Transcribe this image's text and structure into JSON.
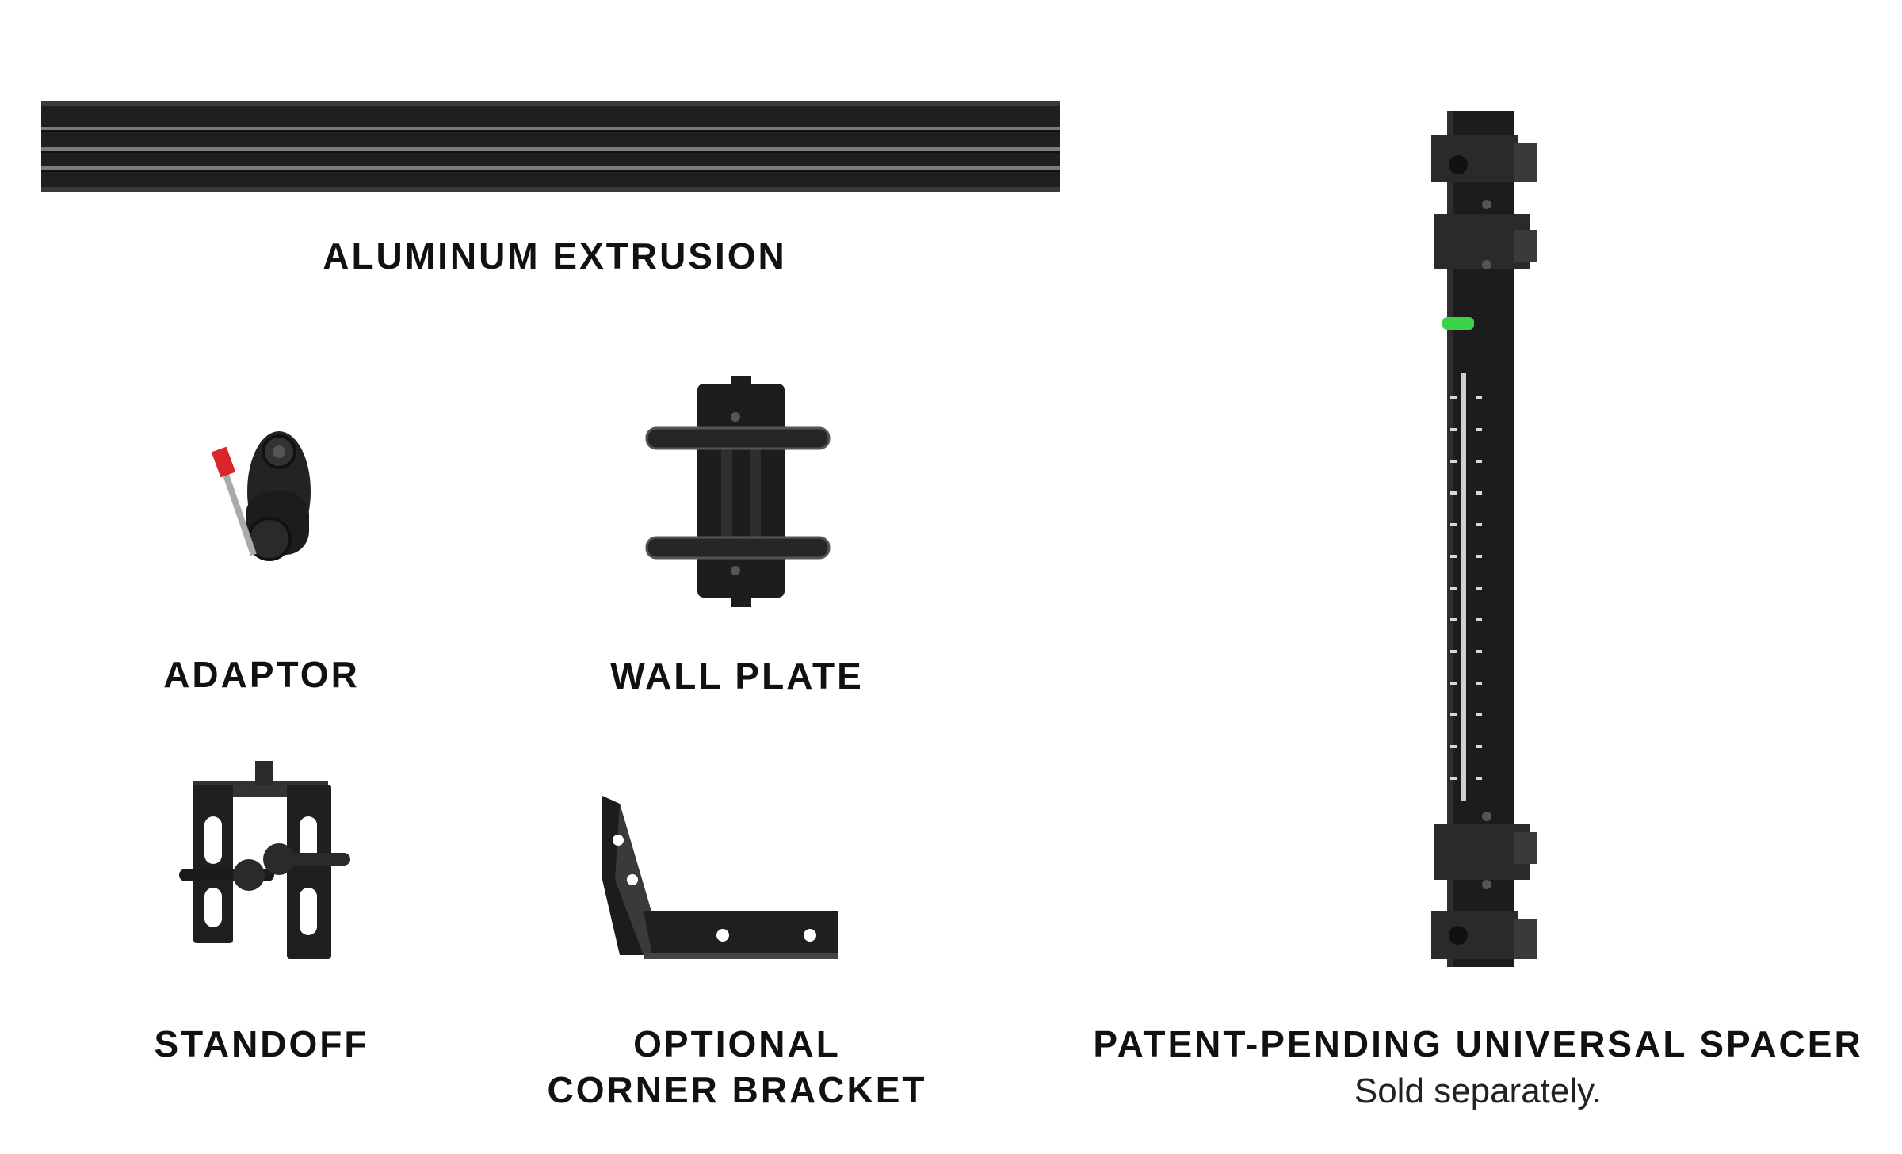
{
  "parts": {
    "extrusion": {
      "label": "ALUMINUM EXTRUSION",
      "icon": "aluminum-extrusion-image"
    },
    "adaptor": {
      "label": "ADAPTOR",
      "icon": "adaptor-image"
    },
    "wall_plate": {
      "label": "WALL PLATE",
      "icon": "wall-plate-image"
    },
    "standoff": {
      "label": "STANDOFF",
      "icon": "standoff-image"
    },
    "corner_bracket": {
      "label_line1": "OPTIONAL",
      "label_line2": "CORNER BRACKET",
      "icon": "corner-bracket-image"
    },
    "spacer": {
      "label": "PATENT-PENDING UNIVERSAL SPACER",
      "note": "Sold separately.",
      "icon": "universal-spacer-image"
    }
  },
  "colors": {
    "part_dark": "#1e1e1e",
    "part_mid": "#2c2c2c",
    "accent_red": "#d8262b",
    "level_green": "#3bd24a",
    "text": "#111111"
  }
}
